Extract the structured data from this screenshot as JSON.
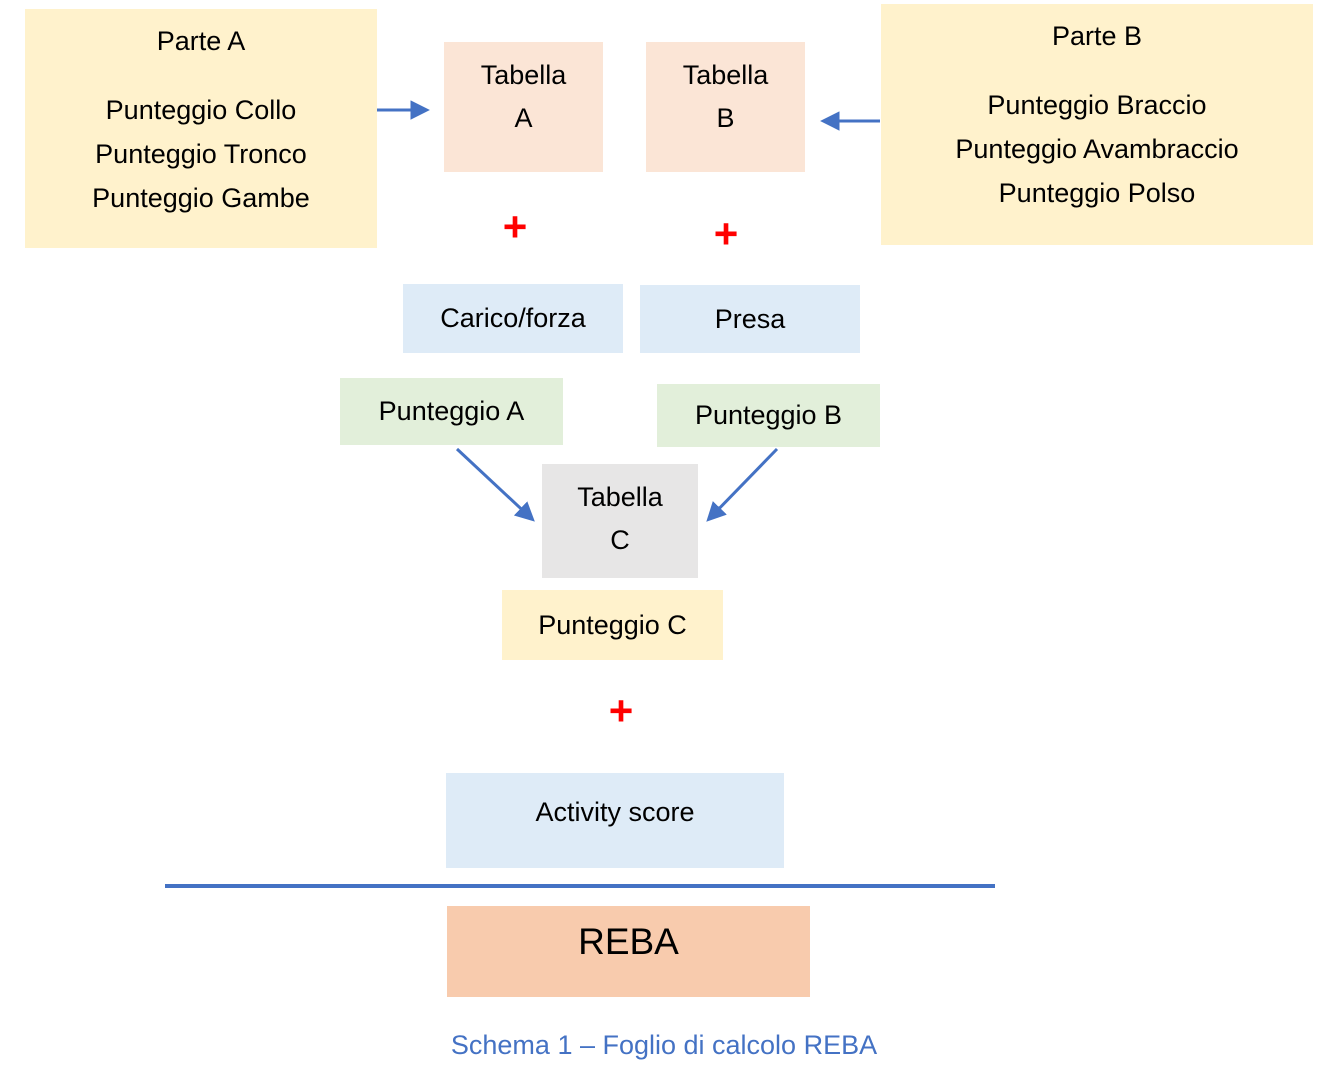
{
  "colors": {
    "source_yellow": "#FFF2CC",
    "table_peach": "#FBE5D6",
    "modifier_blue": "#DEEBF7",
    "score_green": "#E2EFDA",
    "table_gray": "#E7E6E6",
    "score_yellow": "#FFF2CC",
    "activity_blue": "#DEEBF7",
    "reba_orange": "#F8CBAD",
    "arrow_blue": "#4472C4",
    "plus_red": "#FF0000",
    "caption_blue": "#4472C4"
  },
  "parte_a": {
    "title": "Parte A",
    "items": [
      "Punteggio Collo",
      "Punteggio Tronco",
      "Punteggio Gambe"
    ]
  },
  "parte_b": {
    "title": "Parte B",
    "items": [
      "Punteggio Braccio",
      "Punteggio Avambraccio",
      "Punteggio Polso"
    ]
  },
  "tabella_a": {
    "label": "Tabella",
    "letter": "A"
  },
  "tabella_b": {
    "label": "Tabella",
    "letter": "B"
  },
  "tabella_c": {
    "label": "Tabella",
    "letter": "C"
  },
  "operators": {
    "plus": "+"
  },
  "boxes": {
    "carico_forza": "Carico/forza",
    "presa": "Presa",
    "punteggio_a": "Punteggio A",
    "punteggio_b": "Punteggio B",
    "punteggio_c": "Punteggio C",
    "activity_score": "Activity score",
    "reba": "REBA"
  },
  "caption": "Schema 1 – Foglio di calcolo REBA"
}
